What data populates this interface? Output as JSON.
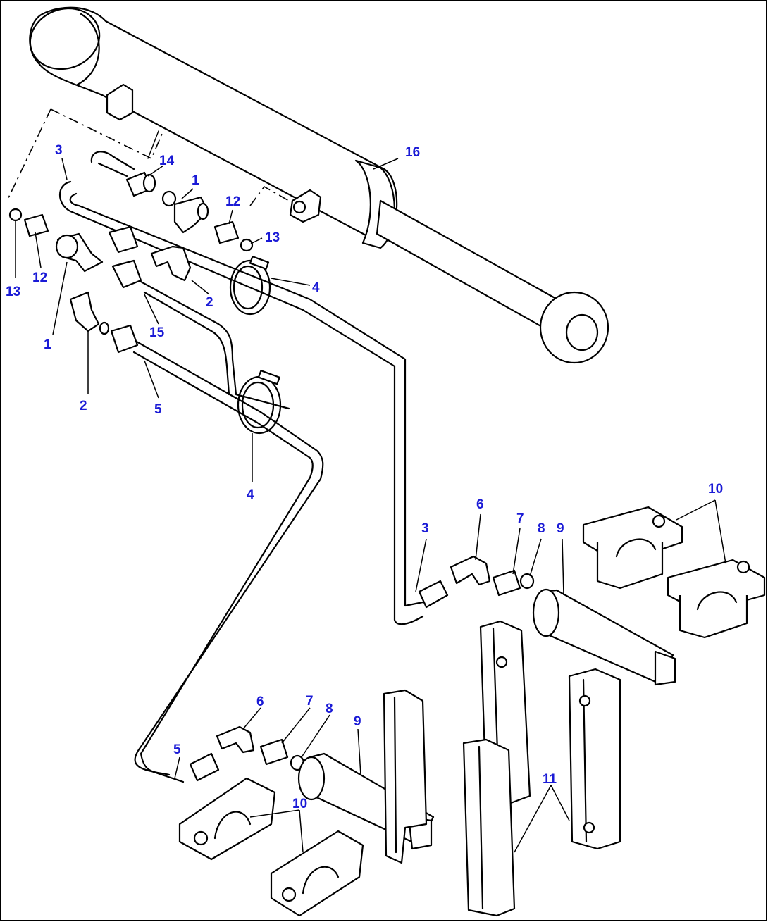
{
  "diagram": {
    "callouts": [
      {
        "id": "c16",
        "label": "16"
      },
      {
        "id": "c14",
        "label": "14"
      },
      {
        "id": "c1a",
        "label": "1"
      },
      {
        "id": "c12a",
        "label": "12"
      },
      {
        "id": "c13a",
        "label": "13"
      },
      {
        "id": "c4a",
        "label": "4"
      },
      {
        "id": "c2a",
        "label": "2"
      },
      {
        "id": "c3a",
        "label": "3"
      },
      {
        "id": "c13b",
        "label": "13"
      },
      {
        "id": "c12b",
        "label": "12"
      },
      {
        "id": "c1b",
        "label": "1"
      },
      {
        "id": "c15",
        "label": "15"
      },
      {
        "id": "c2b",
        "label": "2"
      },
      {
        "id": "c5a",
        "label": "5"
      },
      {
        "id": "c4b",
        "label": "4"
      },
      {
        "id": "c3b",
        "label": "3"
      },
      {
        "id": "c6a",
        "label": "6"
      },
      {
        "id": "c7a",
        "label": "7"
      },
      {
        "id": "c8a",
        "label": "8"
      },
      {
        "id": "c9a",
        "label": "9"
      },
      {
        "id": "c10a",
        "label": "10"
      },
      {
        "id": "c6b",
        "label": "6"
      },
      {
        "id": "c7b",
        "label": "7"
      },
      {
        "id": "c8b",
        "label": "8"
      },
      {
        "id": "c9b",
        "label": "9"
      },
      {
        "id": "c5b",
        "label": "5"
      },
      {
        "id": "c10b",
        "label": "10"
      },
      {
        "id": "c11",
        "label": "11"
      }
    ]
  }
}
